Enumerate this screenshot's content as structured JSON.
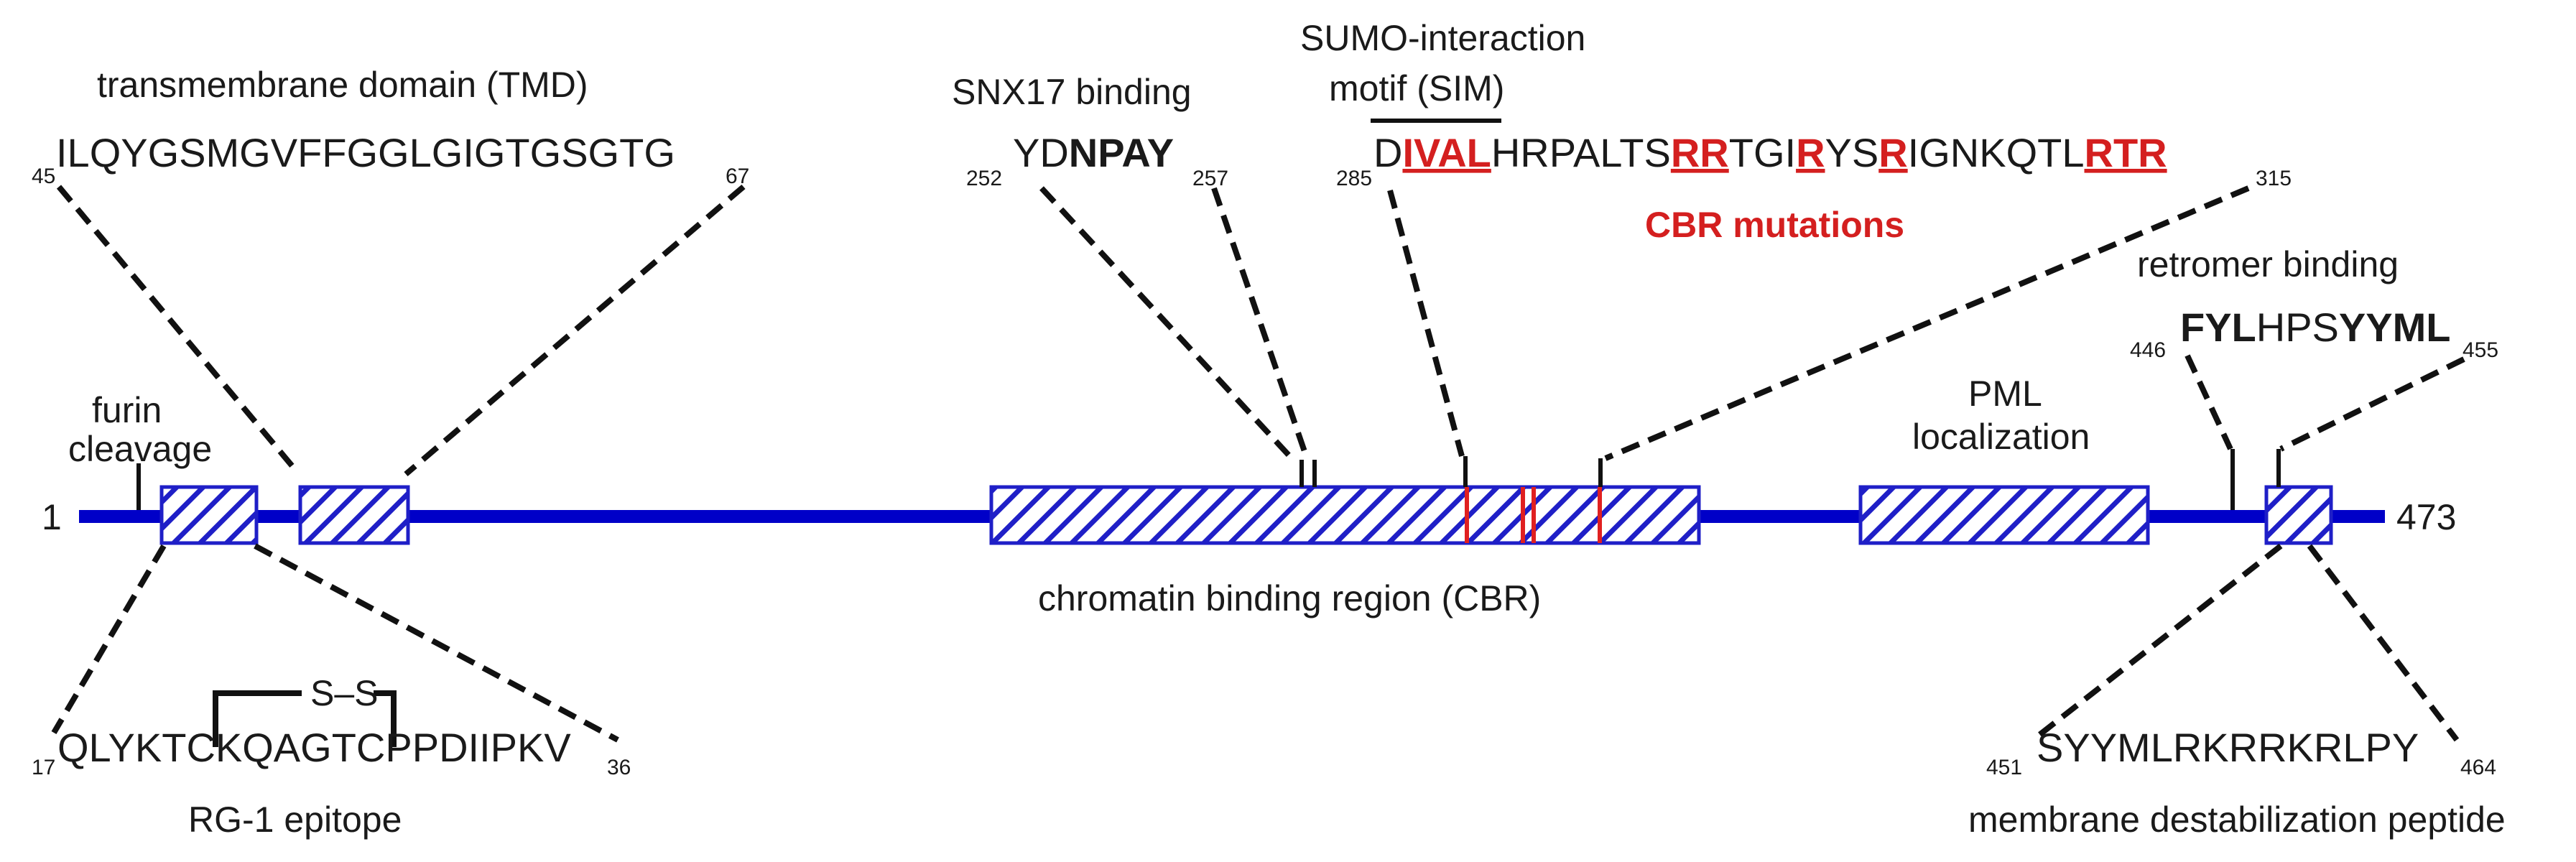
{
  "protein": {
    "start_label": "1",
    "end_label": "473",
    "backbone_color": "#0000c8",
    "hatch_color": "#1f1fc7",
    "mutation_color": "#d41f1f"
  },
  "labels": {
    "furin_line1": "furin",
    "furin_line2": "cleavage",
    "tmd": "transmembrane domain (TMD)",
    "snx17": "SNX17 binding",
    "sumo_line1": "SUMO-interaction",
    "sumo_line2": "motif (SIM)",
    "cbr_mutations": "CBR mutations",
    "retromer": "retromer binding",
    "pml_line1": "PML",
    "pml_line2": "localization",
    "cbr_region": "chromatin binding region (CBR)",
    "rg1": "RG-1 epitope",
    "membrane_peptide": "membrane destabilization peptide",
    "disulfide": "S–S"
  },
  "sequences": {
    "tmd": {
      "start": "45",
      "seq": "ILQYGSMGVFFGGLGIGTGSGTG",
      "end": "67"
    },
    "snx17": {
      "start": "252",
      "pre": "YD",
      "bold": "NPAY",
      "end": "257"
    },
    "sim": {
      "start": "285",
      "p1": "D",
      "r1": "IVAL",
      "p2": "HRPALTS",
      "r2": "RR",
      "p3": "TGI",
      "r3": "R",
      "p4": "YS",
      "r4": "R",
      "p5": "IGNKQTL",
      "r5": "RTR",
      "end": "315"
    },
    "retromer": {
      "start": "446",
      "b1": "FYL",
      "mid": "HPS",
      "b2": "YYML",
      "end": "455"
    },
    "rg1": {
      "start": "17",
      "seq": "QLYKTCKQAGTCPPDIIPKV",
      "end": "36"
    },
    "membrane": {
      "start": "451",
      "seq": "SYYMLRKRRKRLPY",
      "end": "464"
    }
  }
}
